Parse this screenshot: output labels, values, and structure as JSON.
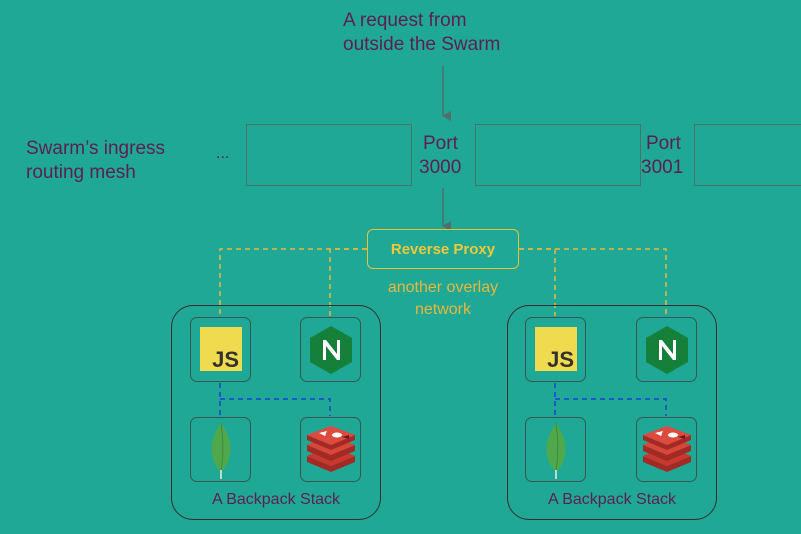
{
  "request_note": {
    "line1": "A request from",
    "line2": "outside the Swarm"
  },
  "ingress": {
    "label_line1": "Swarm’s ingress",
    "label_line2": "routing mesh",
    "ellipsis": "...",
    "ports": [
      {
        "line1": "Port",
        "line2": "3000"
      },
      {
        "line1": "Port",
        "line2": "3001"
      }
    ]
  },
  "proxy": {
    "label": "Reverse Proxy",
    "network_line1": "another overlay",
    "network_line2": "network"
  },
  "stacks": [
    {
      "label": "A Backpack Stack",
      "icons": [
        "nodejs-icon",
        "nginx-icon",
        "mongodb-icon",
        "redis-icon"
      ]
    },
    {
      "label": "A Backpack Stack",
      "icons": [
        "nodejs-icon",
        "nginx-icon",
        "mongodb-icon",
        "redis-icon"
      ]
    }
  ],
  "colors": {
    "background": "#1fa896",
    "text": "#5e1f4e",
    "proxy": "#f0c83a",
    "stack_network": "#1a3fd6",
    "js_yellow": "#f0db4f",
    "nginx_green": "#14803a",
    "mongo_green": "#4fa94b",
    "redis_red": "#c8382e"
  }
}
